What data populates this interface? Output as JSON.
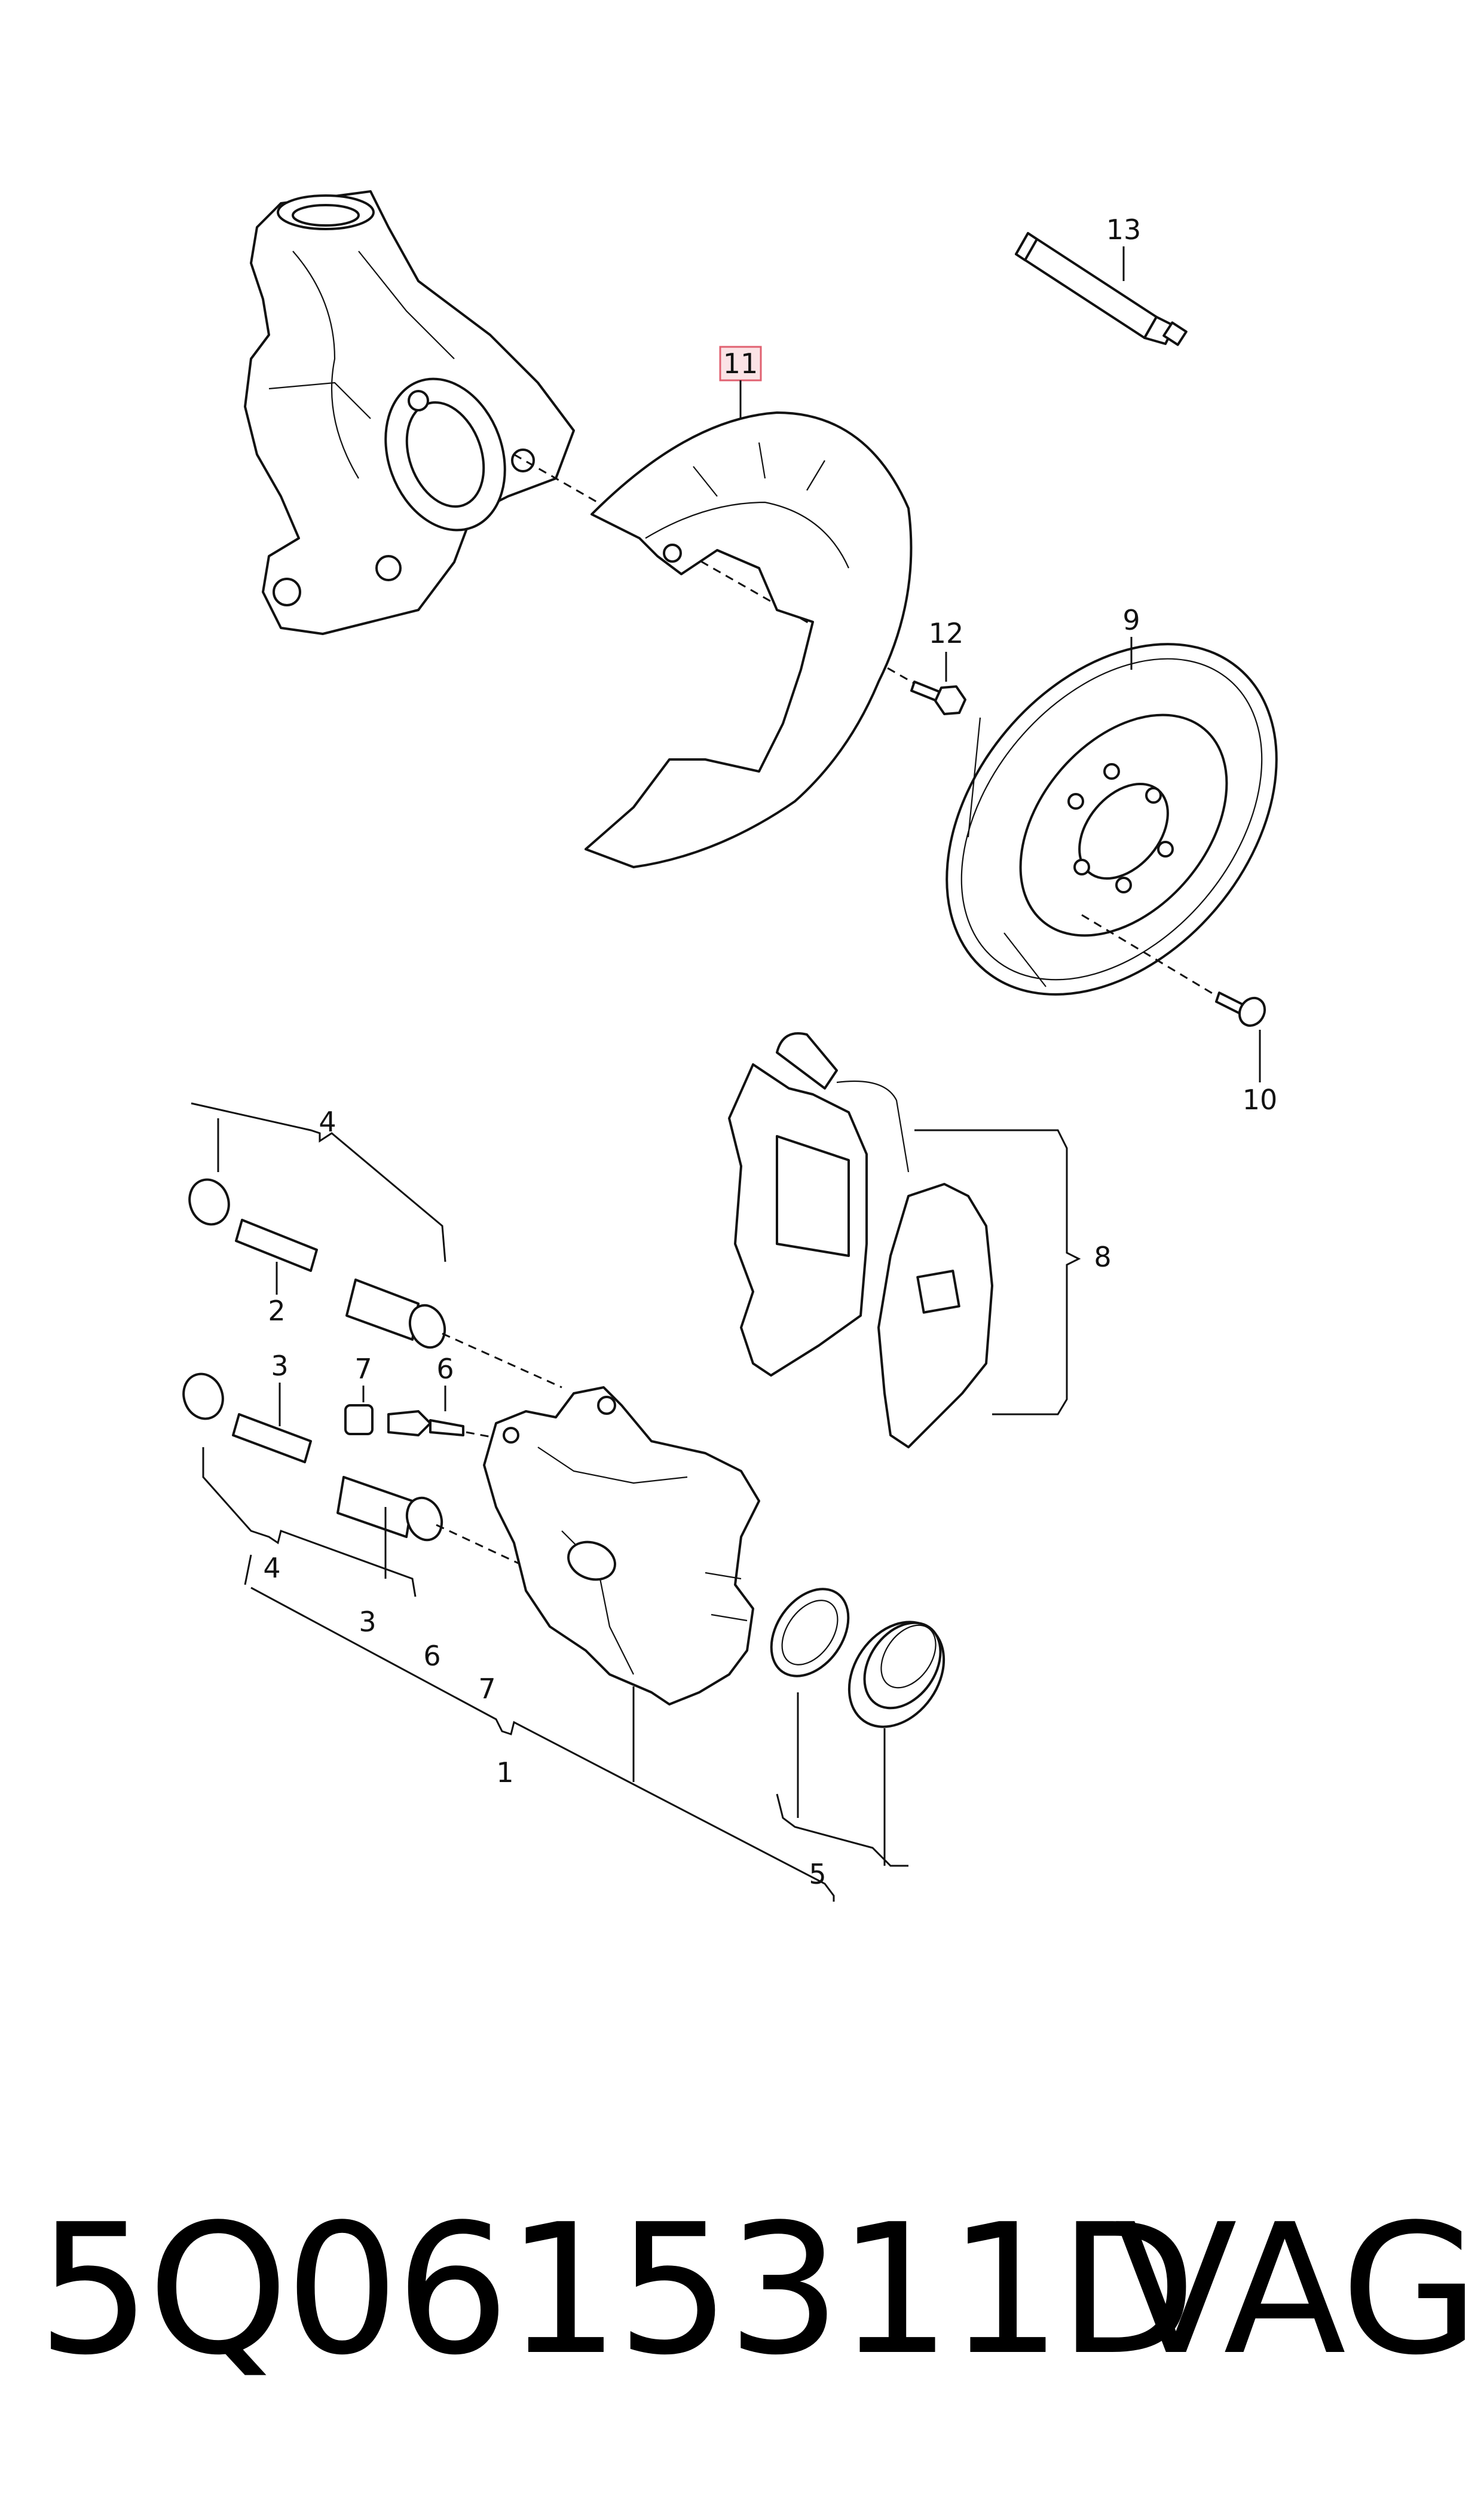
{
  "diagram": {
    "callouts": {
      "c1": "1",
      "c2": "2",
      "c3a": "3",
      "c3b": "3",
      "c4a": "4",
      "c4b": "4",
      "c5": "5",
      "c6a": "6",
      "c6b": "6",
      "c7a": "7",
      "c7b": "7",
      "c8": "8",
      "c9": "9",
      "c10": "10",
      "c11": "11",
      "c12": "12",
      "c13": "13"
    },
    "highlight_color": "#e06070"
  },
  "footer": {
    "part_number": "5Q0615311D",
    "brand": "VAG"
  }
}
